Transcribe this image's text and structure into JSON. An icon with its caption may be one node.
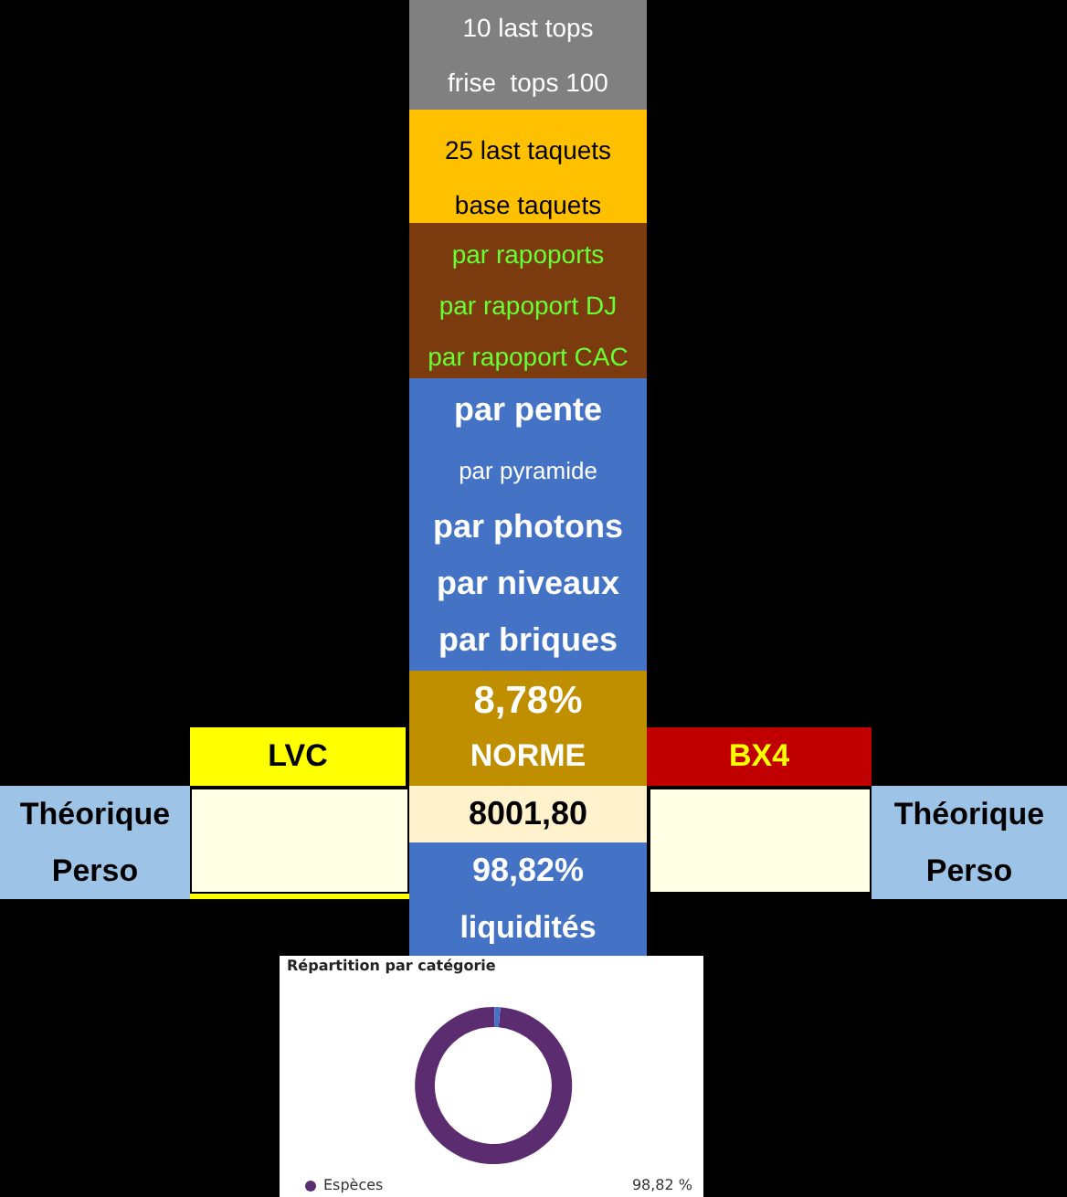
{
  "diagram": {
    "labels": [
      "10 last tops",
      "frise  tops 100",
      "25 last taquets",
      "base taquets",
      "par rapoports",
      "par rapoport DJ",
      "par rapoport CAC",
      "par pente",
      "par pyramide",
      "par photons",
      "par niveaux",
      "par briques",
      "8,78%",
      "LVC",
      "NORME",
      "BX4",
      "Théorique",
      "8001,80",
      "Théorique",
      "Perso",
      "98,82%",
      "Perso",
      "liquidités"
    ],
    "chart_data": {
      "type": "donut",
      "title": "Répartition par catégorie",
      "categories": [
        "Espèces",
        null
      ],
      "values": [
        98.82,
        1.18
      ],
      "value_labels": [
        "98,82 %",
        null
      ]
    }
  }
}
